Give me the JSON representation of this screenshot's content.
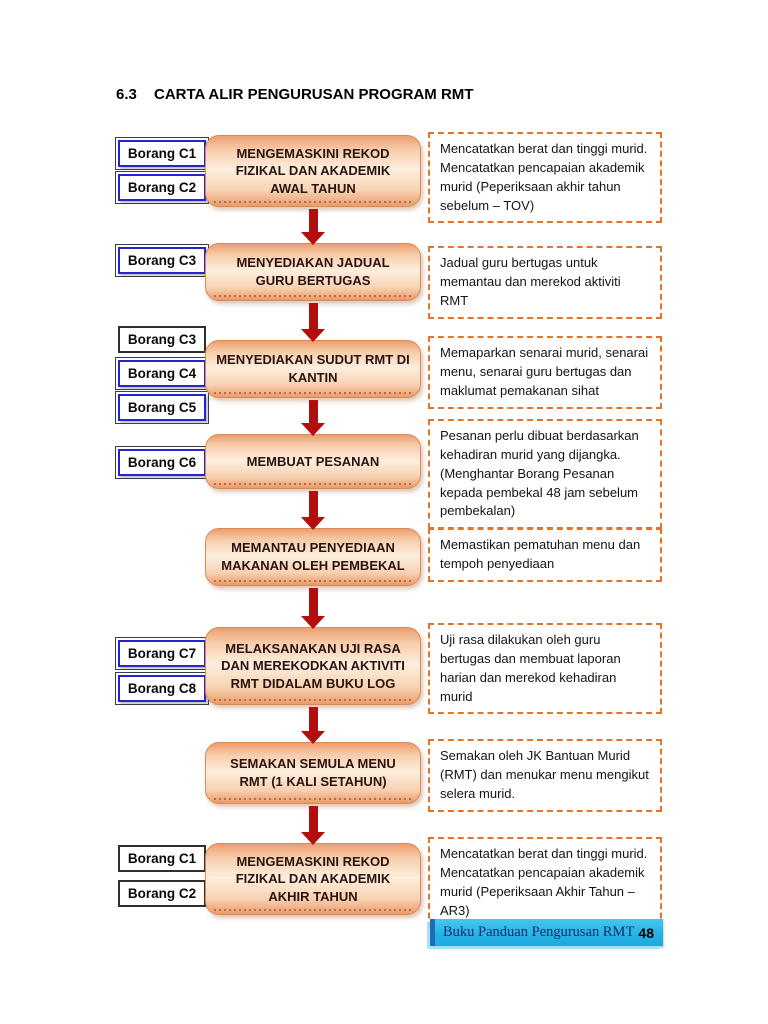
{
  "page": {
    "section_number": "6.3",
    "title": "CARTA ALIR PENGURUSAN PROGRAM RMT"
  },
  "steps": [
    {
      "forms": [
        {
          "label": "Borang C1",
          "border": "blue"
        },
        {
          "label": "Borang C2",
          "border": "blue"
        }
      ],
      "box": "MENGEMASKINI REKOD FIZIKAL DAN AKADEMIK AWAL TAHUN",
      "note": "Mencatatkan berat dan tinggi murid. Mencatatkan pencapaian akademik murid (Peperiksaan akhir tahun sebelum – TOV)"
    },
    {
      "forms": [
        {
          "label": "Borang C3",
          "border": "blue"
        }
      ],
      "box": "MENYEDIAKAN JADUAL GURU BERTUGAS",
      "note": "Jadual guru bertugas untuk memantau dan merekod aktiviti RMT"
    },
    {
      "forms": [
        {
          "label": "Borang C3",
          "border": "black"
        },
        {
          "label": "Borang C4",
          "border": "blue"
        },
        {
          "label": "Borang C5",
          "border": "blue"
        }
      ],
      "box": "MENYEDIAKAN SUDUT RMT DI KANTIN",
      "note": "Memaparkan senarai murid, senarai menu, senarai guru bertugas dan maklumat pemakanan sihat"
    },
    {
      "forms": [
        {
          "label": "Borang C6",
          "border": "blue"
        }
      ],
      "box": "MEMBUAT PESANAN",
      "note": "Pesanan perlu dibuat berdasarkan kehadiran murid yang dijangka. (Menghantar Borang Pesanan kepada pembekal 48 jam sebelum pembekalan)"
    },
    {
      "forms": [],
      "box": "MEMANTAU PENYEDIAAN MAKANAN OLEH PEMBEKAL",
      "note": "Memastikan pematuhan menu dan tempoh penyediaan"
    },
    {
      "forms": [
        {
          "label": "Borang C7",
          "border": "blue"
        },
        {
          "label": "Borang C8",
          "border": "blue"
        }
      ],
      "box": "MELAKSANAKAN UJI RASA DAN MEREKODKAN AKTIVITI RMT DIDALAM BUKU LOG",
      "note": "Uji rasa dilakukan oleh guru bertugas dan membuat laporan harian dan merekod kehadiran murid"
    },
    {
      "forms": [],
      "box": "SEMAKAN SEMULA MENU RMT (1 KALI SETAHUN)",
      "note": "Semakan oleh JK Bantuan Murid (RMT) dan menukar menu mengikut selera murid."
    },
    {
      "forms": [
        {
          "label": "Borang C1",
          "border": "black"
        },
        {
          "label": "Borang C2",
          "border": "black"
        }
      ],
      "box": "MENGEMASKINI REKOD FIZIKAL DAN AKADEMIK AKHIR TAHUN",
      "note": "Mencatatkan berat dan tinggi murid. Mencatatkan pencapaian akademik murid (Peperiksaan Akhir Tahun – AR3)"
    }
  ],
  "footer": {
    "title": "Buku Panduan Pengurusan RMT",
    "page_number": "48"
  },
  "colors": {
    "arrow": "#b30d0d",
    "flow_box_border": "#d98a56",
    "flow_box_fill_light": "#fdeede",
    "flow_box_fill_dark": "#ec9e6f",
    "note_border": "#e0762e",
    "form_border_blue": "#2525cd",
    "form_border_black": "#2e2e2e",
    "footer_background": "#24b2e4",
    "footer_bar": "#1a6db6",
    "footer_text": "#182d6b"
  }
}
